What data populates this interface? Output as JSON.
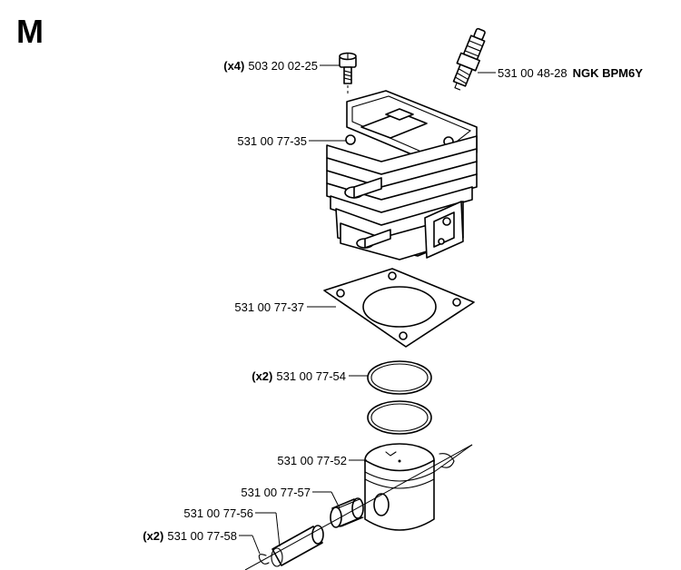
{
  "section_letter": "M",
  "parts": [
    {
      "qty": "(x4)",
      "number": "503 20 02-25",
      "extra": ""
    },
    {
      "qty": "",
      "number": "531 00 48-28",
      "extra": "NGK BPM6Y"
    },
    {
      "qty": "",
      "number": "531 00 77-35",
      "extra": ""
    },
    {
      "qty": "",
      "number": "531 00 77-37",
      "extra": ""
    },
    {
      "qty": "(x2)",
      "number": "531 00 77-54",
      "extra": ""
    },
    {
      "qty": "",
      "number": "531 00 77-52",
      "extra": ""
    },
    {
      "qty": "",
      "number": "531 00 77-57",
      "extra": ""
    },
    {
      "qty": "",
      "number": "531 00 77-56",
      "extra": ""
    },
    {
      "qty": "(x2)",
      "number": "531 00 77-58",
      "extra": ""
    }
  ]
}
